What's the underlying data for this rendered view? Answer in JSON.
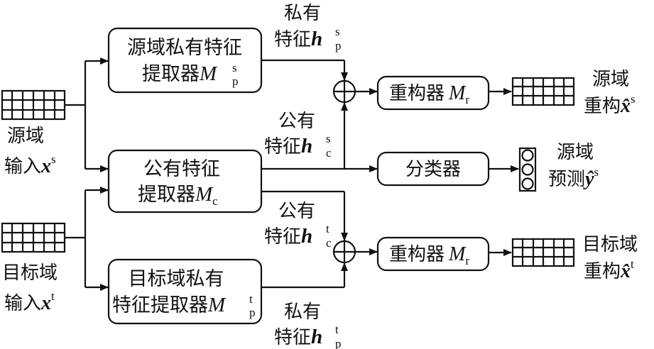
{
  "inputs": {
    "source": {
      "line1": "源域",
      "line2_prefix": "输入",
      "var": "x",
      "sup": "s"
    },
    "target": {
      "line1": "目标域",
      "line2_prefix": "输入",
      "var": "x",
      "sup": "t"
    }
  },
  "boxes": {
    "source_private": {
      "line1": "源域私有特征",
      "line2_prefix": "提取器",
      "var": "M",
      "sup": "s",
      "sub": "p"
    },
    "shared": {
      "line1": "公有特征",
      "line2_prefix": "提取器",
      "var": "M",
      "sub": "c"
    },
    "target_private": {
      "line1": "目标域私有",
      "line2_prefix": "特征提取器",
      "var": "M",
      "sup": "t",
      "sub": "p"
    },
    "recon_source": {
      "prefix": "重构器",
      "var": "M",
      "sub": "r"
    },
    "classifier": {
      "label": "分类器"
    },
    "recon_target": {
      "prefix": "重构器",
      "var": "M",
      "sub": "r"
    }
  },
  "features": {
    "private_source": {
      "line1": "私有",
      "line2_prefix": "特征",
      "var": "h",
      "sup": "s",
      "sub": "p"
    },
    "shared_source": {
      "line1": "公有",
      "line2_prefix": "特征",
      "var": "h",
      "sup": "s",
      "sub": "c"
    },
    "shared_target": {
      "line1": "公有",
      "line2_prefix": "特征",
      "var": "h",
      "sup": "t",
      "sub": "c"
    },
    "private_target": {
      "line1": "私有",
      "line2_prefix": "特征",
      "var": "h",
      "sup": "t",
      "sub": "p"
    }
  },
  "outputs": {
    "source_recon": {
      "line1": "源域",
      "line2_prefix": "重构",
      "var": "x̂",
      "sup": "s"
    },
    "source_pred": {
      "line1": "源域",
      "line2_prefix": "预测",
      "var": "ŷ",
      "sup": "s"
    },
    "target_recon": {
      "line1": "目标域",
      "line2_prefix": "重构",
      "var": "x̂",
      "sup": "t"
    }
  }
}
